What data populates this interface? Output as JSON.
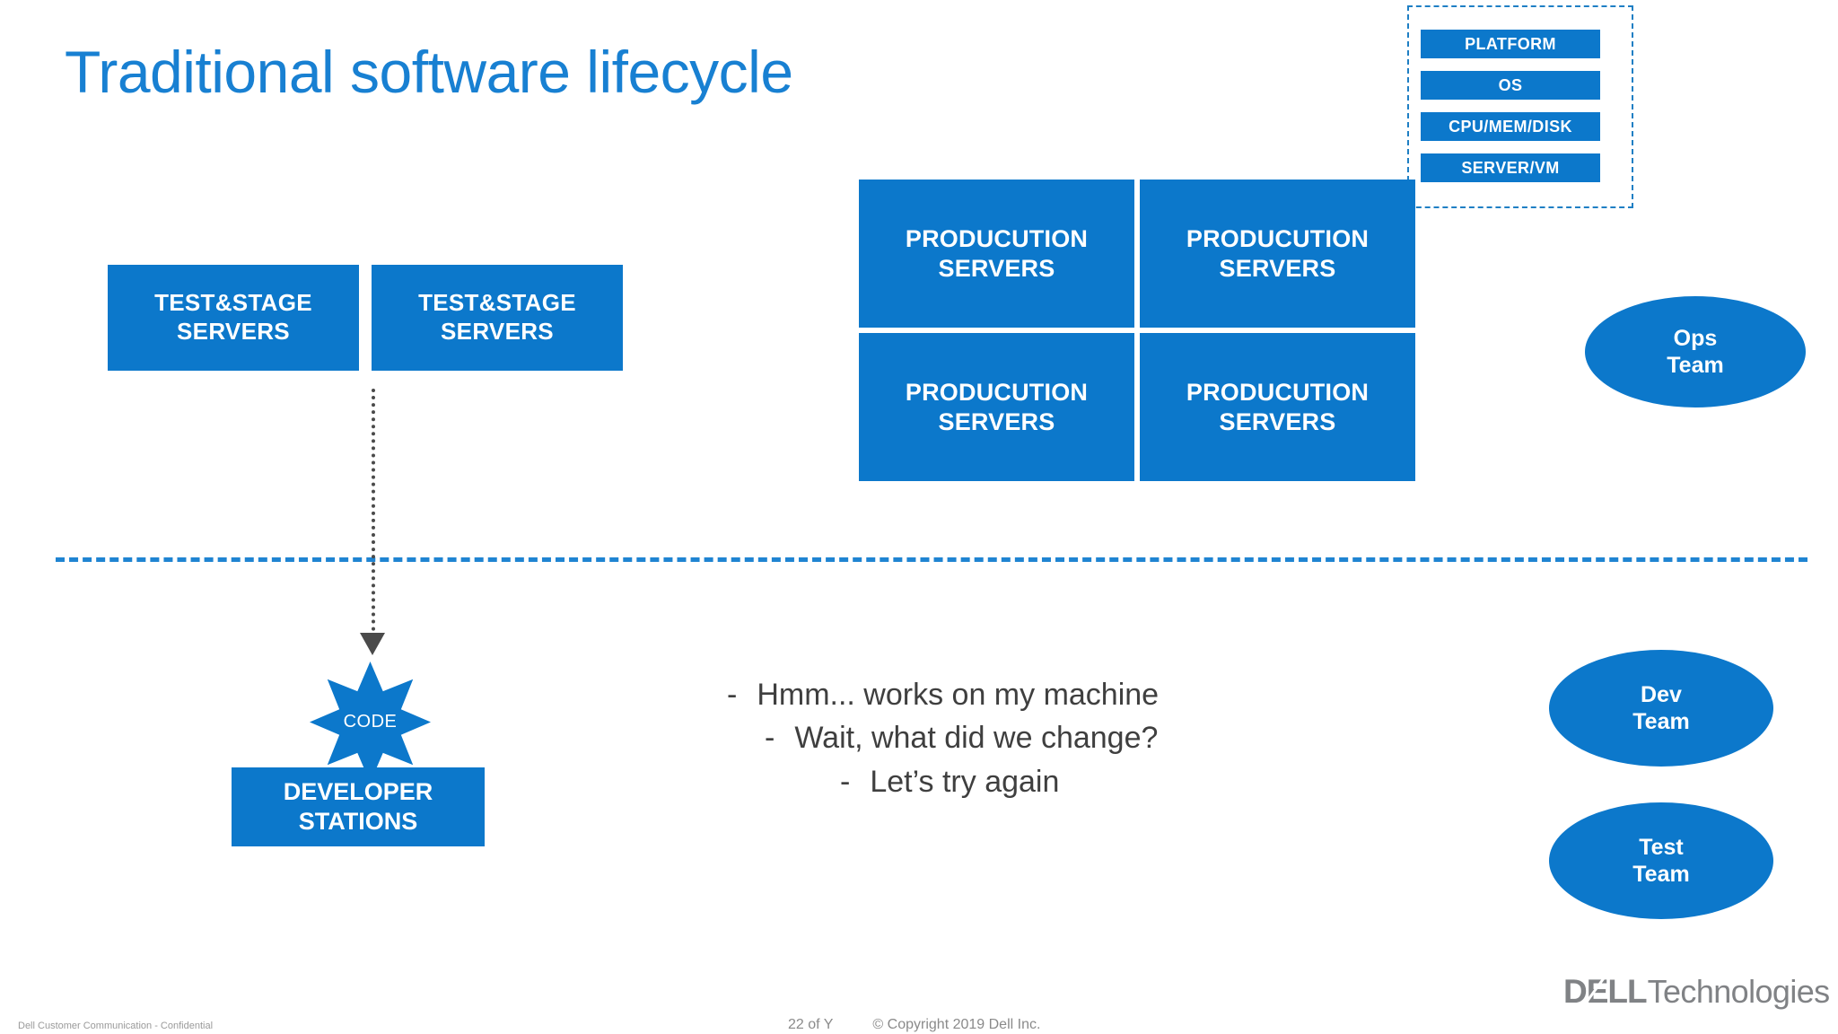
{
  "slide": {
    "title": "Traditional software lifecycle"
  },
  "stack_group": {
    "name": "infrastructure-stack",
    "layers": [
      {
        "label": "PLATFORM"
      },
      {
        "label": "OS"
      },
      {
        "label": "CPU/MEM/DISK"
      },
      {
        "label": "SERVER/VM"
      }
    ]
  },
  "test_stage": {
    "boxes": [
      {
        "label": "TEST&STAGE\nSERVERS"
      },
      {
        "label": "TEST&STAGE\nSERVERS"
      }
    ]
  },
  "production": {
    "boxes": [
      {
        "label": "PRODUCUTION\nSERVERS"
      },
      {
        "label": "PRODUCUTION\nSERVERS"
      },
      {
        "label": "PRODUCUTION\nSERVERS"
      },
      {
        "label": "PRODUCUTION\nSERVERS"
      }
    ]
  },
  "teams": {
    "ops": "Ops\nTeam",
    "dev": "Dev\nTeam",
    "test": "Test\nTeam"
  },
  "code": {
    "star_label": "CODE",
    "developer_stations": "DEVELOPER\nSTATIONS"
  },
  "complaints": {
    "dash": "-",
    "lines": [
      "Hmm... works on my machine",
      "Wait, what did we change?",
      "Let’s try again"
    ]
  },
  "logo": {
    "dell": "DELL",
    "technologies": "Technologies"
  },
  "footer": {
    "confidential": "Dell Customer Communication - Confidential",
    "page": "22 of Y",
    "copyright": "© Copyright 2019 Dell Inc."
  },
  "colors": {
    "brand_blue": "#0c78cb",
    "title_blue": "#1880d2",
    "divider_blue": "#1f84d2",
    "arrow_gray": "#4a4a4a",
    "text_gray": "#3f3f3f",
    "logo_gray": "#808285"
  }
}
